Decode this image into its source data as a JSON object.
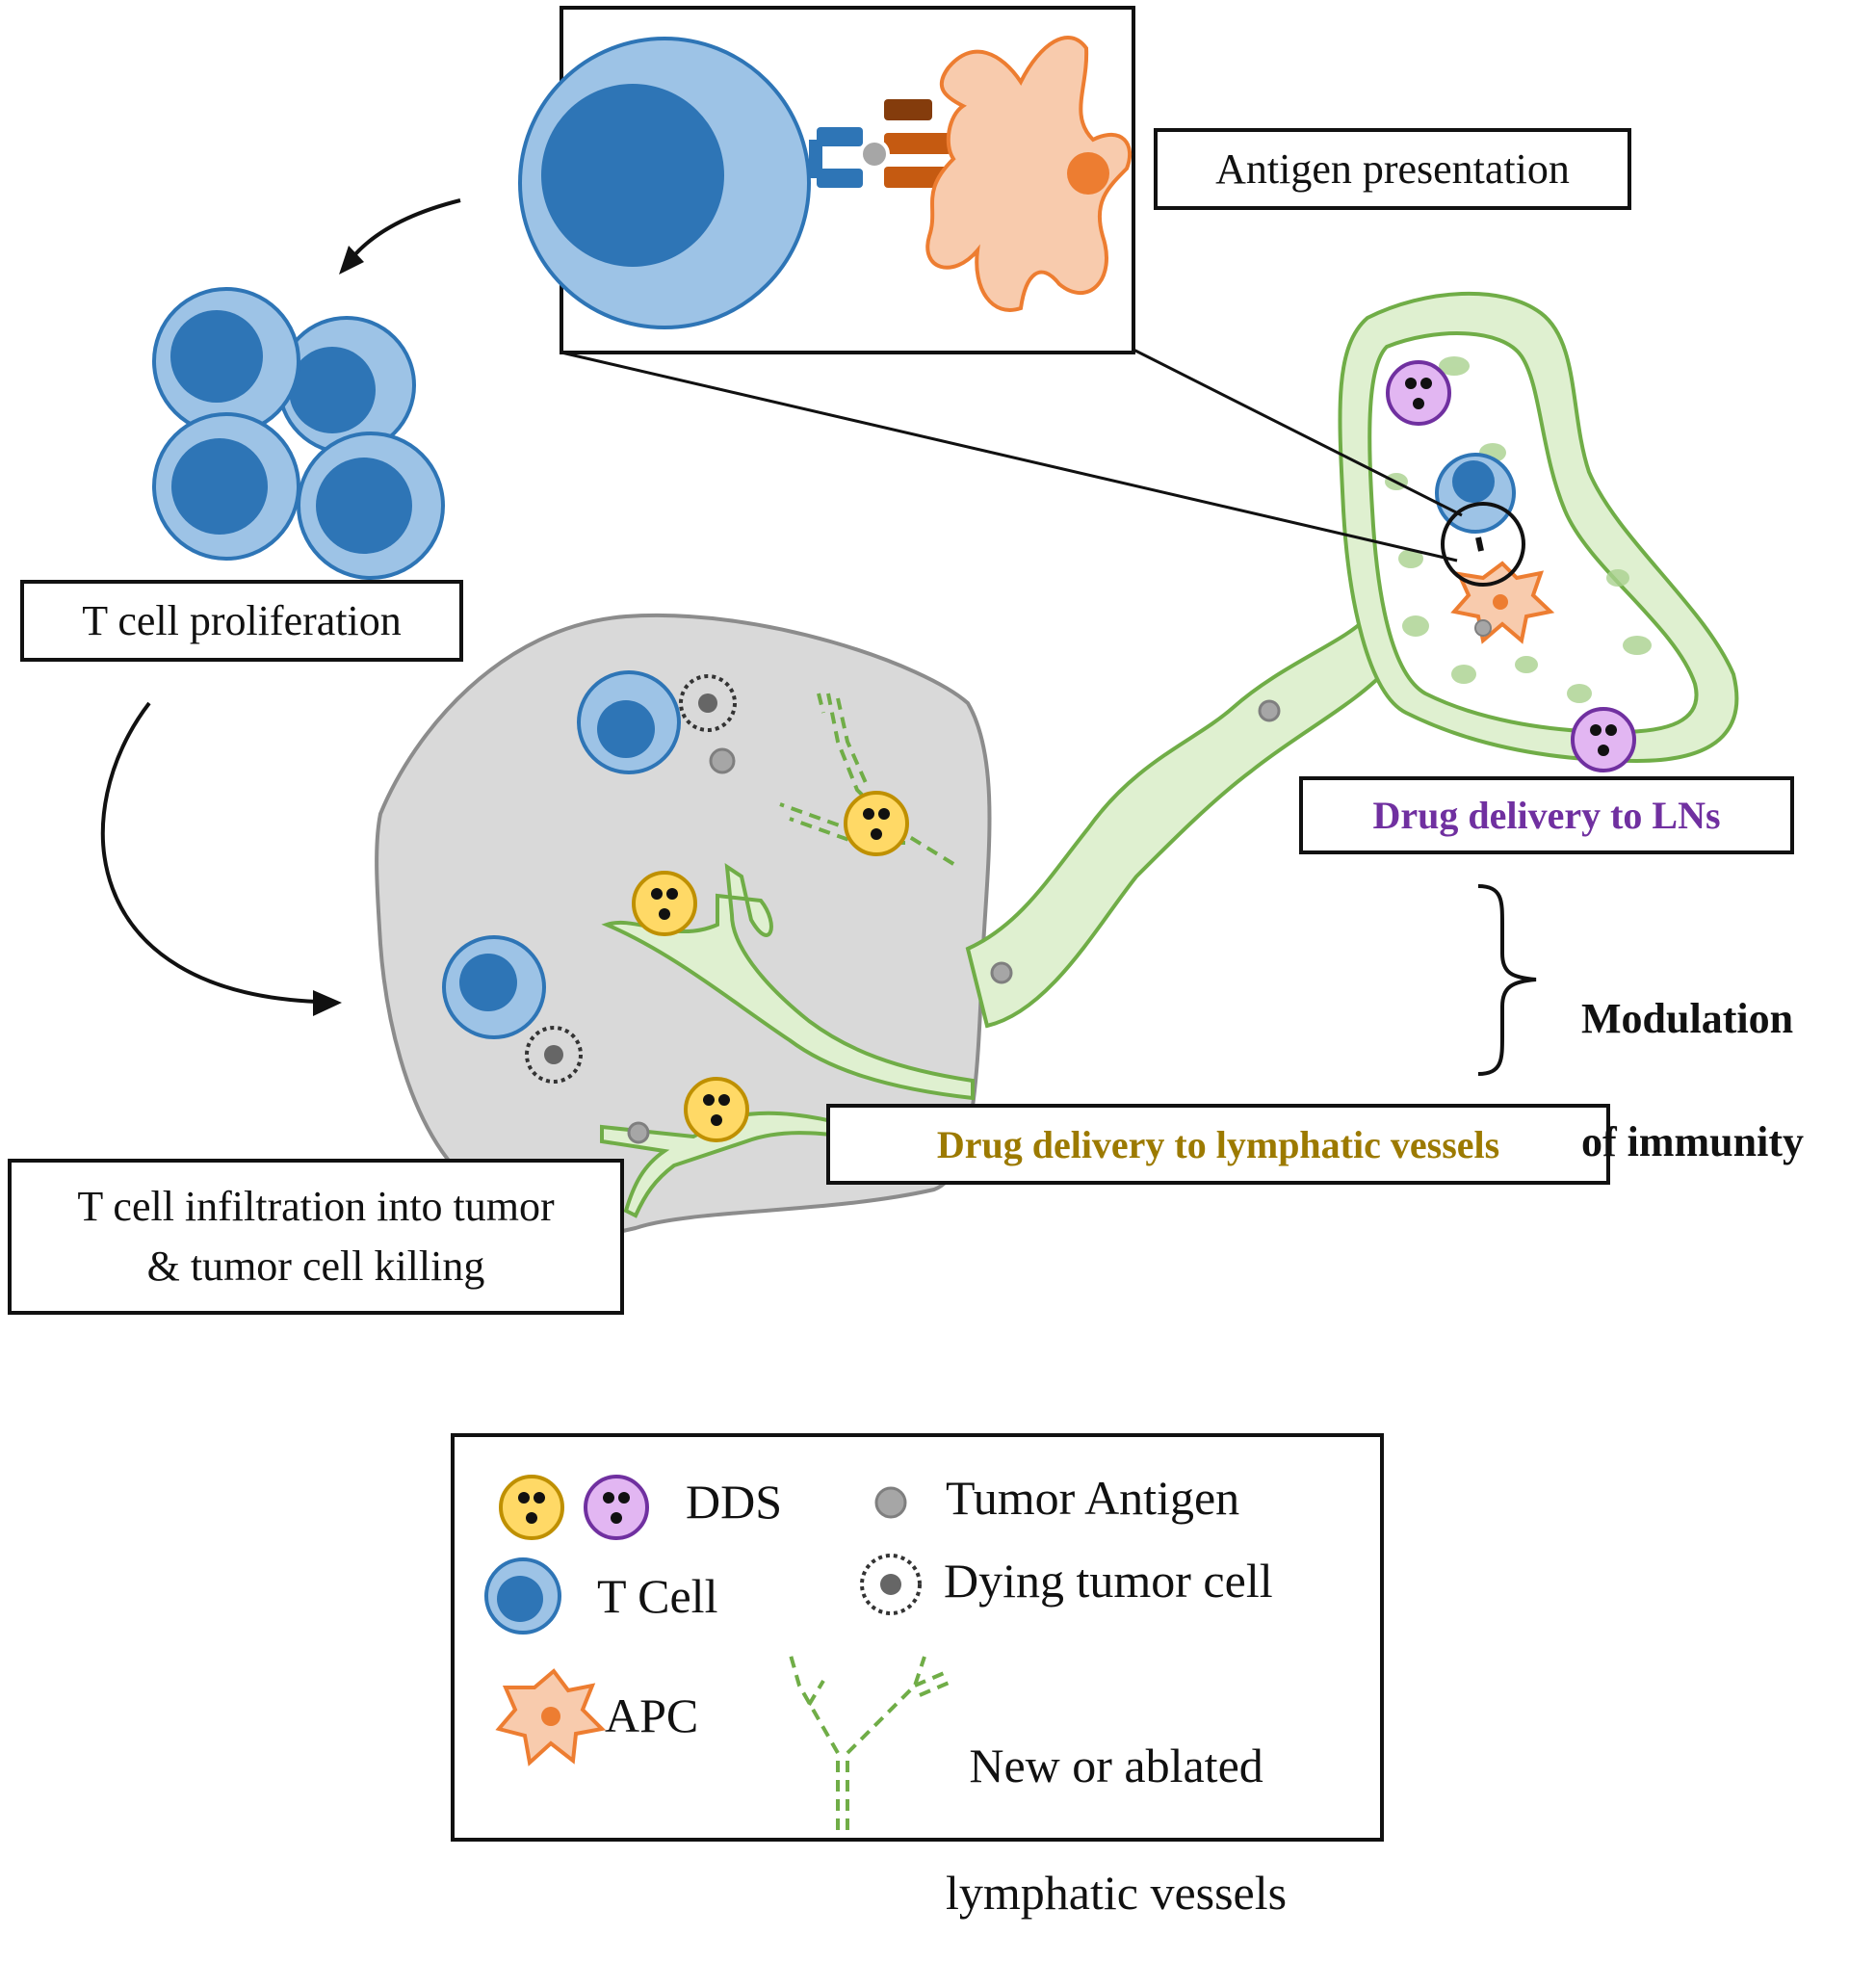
{
  "labels": {
    "antigen_presentation": "Antigen  presentation",
    "t_cell_proliferation": "T cell  proliferation",
    "t_cell_infiltration": "T cell infiltration  into tumor\n& tumor cell killing",
    "drug_delivery_lns": "Drug delivery to LNs",
    "drug_delivery_lymphatic": "Drug delivery to lymphatic vessels",
    "modulation_line1": "Modulation",
    "modulation_line2": "of immunity"
  },
  "legend": {
    "dds": "DDS",
    "t_cell": "T Cell",
    "apc": "APC",
    "tumor_antigen": "Tumor Antigen",
    "dying_tumor_cell": "Dying  tumor cell",
    "lymphatic_line1": "New or ablated",
    "lymphatic_line2": "lymphatic  vessels"
  },
  "colors": {
    "t_cell_outer": "#9dc3e6",
    "t_cell_inner": "#2e75b6",
    "apc_fill": "#f8cbad",
    "apc_nucleus": "#ed7d31",
    "lymph_fill": "#dff0d0",
    "lymph_stroke": "#70ad47",
    "tumor_fill": "#d9d9d9",
    "dds_yellow": "#ffd966",
    "dds_purple": "#e2b6f2",
    "lns_text": "#7030a0",
    "lymphatic_text": "#9c7a00"
  }
}
